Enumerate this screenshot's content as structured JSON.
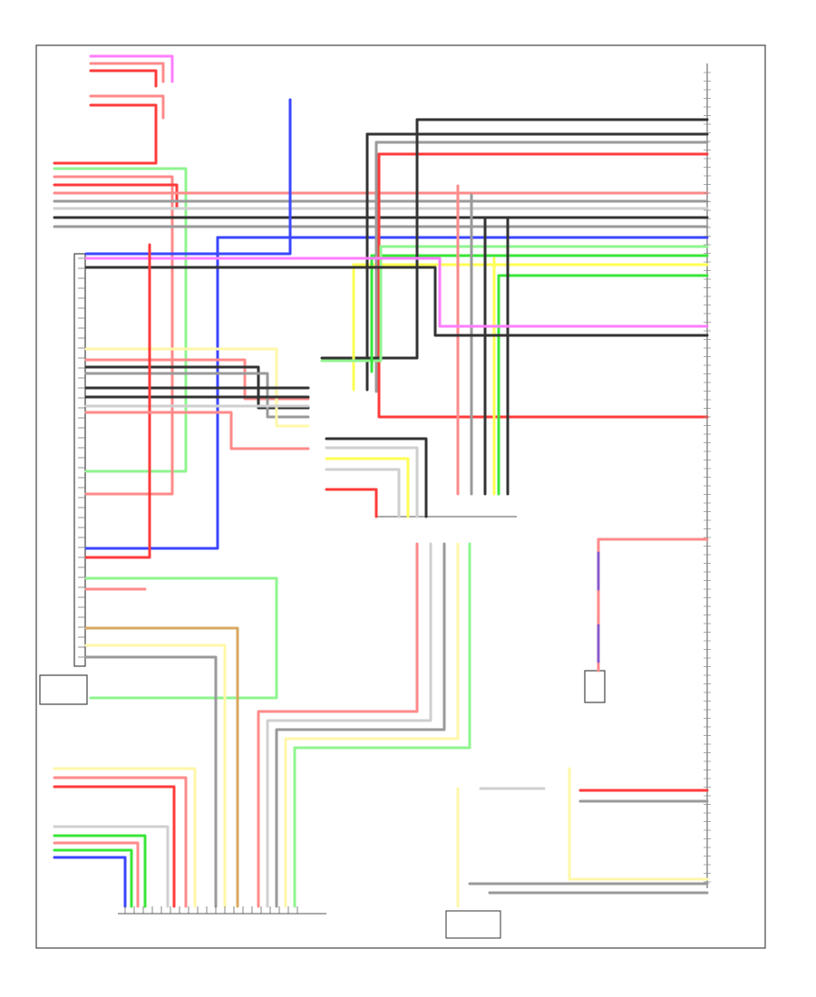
{
  "diagram": {
    "page_id": "",
    "footer_left": "",
    "bottom_title": "",
    "colors": {
      "red": "#ff3b3b",
      "pink": "#ff8a8a",
      "magenta": "#ff7dff",
      "green": "#39e639",
      "lightgreen": "#8ff58f",
      "yellow": "#ffff55",
      "paleyellow": "#fff7a8",
      "blue": "#3b46ff",
      "black": "#333333",
      "gray": "#9a9a9a",
      "lightgray": "#cfcfcf",
      "white": "#dddddd",
      "tan": "#d8a860",
      "purple": "#8a5acb"
    },
    "components": [
      {
        "id": "top-connector-left",
        "label": ""
      },
      {
        "id": "top-center-connector",
        "label": ""
      },
      {
        "id": "left-control-module",
        "label": ""
      },
      {
        "id": "center-connector-upper",
        "label": ""
      },
      {
        "id": "center-connector-lower",
        "label": ""
      },
      {
        "id": "splice-pack-left",
        "label": ""
      },
      {
        "id": "splice-pack-right",
        "label": ""
      },
      {
        "id": "right-connector-strip",
        "label": ""
      },
      {
        "id": "bottom-left-sensor",
        "label": ""
      },
      {
        "id": "bottom-connector",
        "label": ""
      },
      {
        "id": "bottom-right-module",
        "label": ""
      },
      {
        "id": "right-switch",
        "label": ""
      }
    ]
  }
}
